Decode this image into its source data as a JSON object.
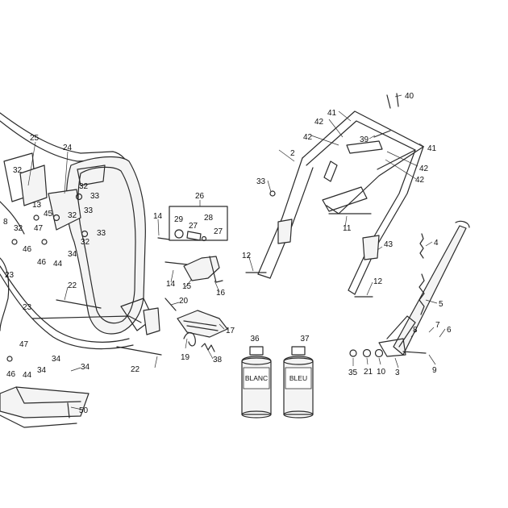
{
  "diagram": {
    "callouts": [
      "2",
      "3",
      "4",
      "5",
      "6",
      "7",
      "8",
      "8",
      "9",
      "10",
      "11",
      "12",
      "12",
      "13",
      "14",
      "14",
      "15",
      "16",
      "17",
      "19",
      "20",
      "21",
      "22",
      "22",
      "23",
      "23",
      "24",
      "25",
      "26",
      "27",
      "27",
      "28",
      "29",
      "32",
      "32",
      "32",
      "32",
      "32",
      "33",
      "33",
      "33",
      "33",
      "34",
      "34",
      "34",
      "34",
      "35",
      "36",
      "37",
      "38",
      "39",
      "40",
      "41",
      "41",
      "42",
      "42",
      "42",
      "42",
      "43",
      "44",
      "44",
      "45",
      "46",
      "46",
      "46",
      "47",
      "47",
      "50"
    ],
    "cans": {
      "left_label": "BLANC",
      "right_label": "BLEU"
    }
  }
}
